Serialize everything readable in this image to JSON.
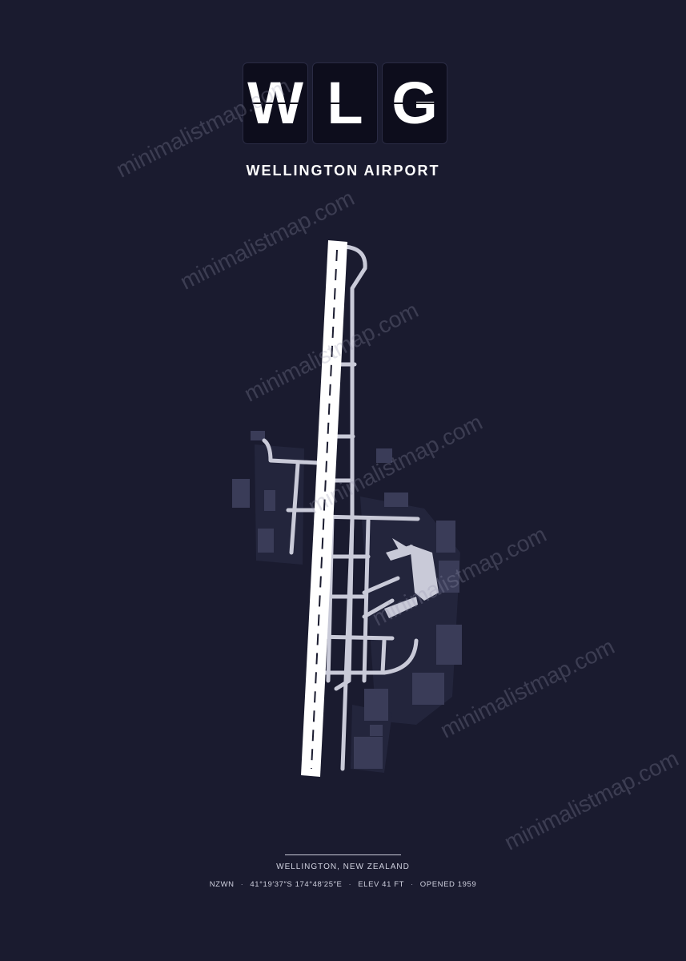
{
  "code_letters": [
    "W",
    "L",
    "G"
  ],
  "airport_name": "WELLINGTON AIRPORT",
  "location": "WELLINGTON, NEW ZEALAND",
  "meta": {
    "icao": "NZWN",
    "coordinates": "41°19′37″S 174°48′25″E",
    "elevation": "ELEV 41 FT",
    "opened": "OPENED 1959"
  },
  "watermark": "minimalistmap.com",
  "colors": {
    "background": "#1a1b2f",
    "tile": "#0d0d1c",
    "runway": "#ffffff",
    "taxiway": "#c9cad8",
    "apron": "#262840",
    "buildings": "#3a3c58"
  }
}
